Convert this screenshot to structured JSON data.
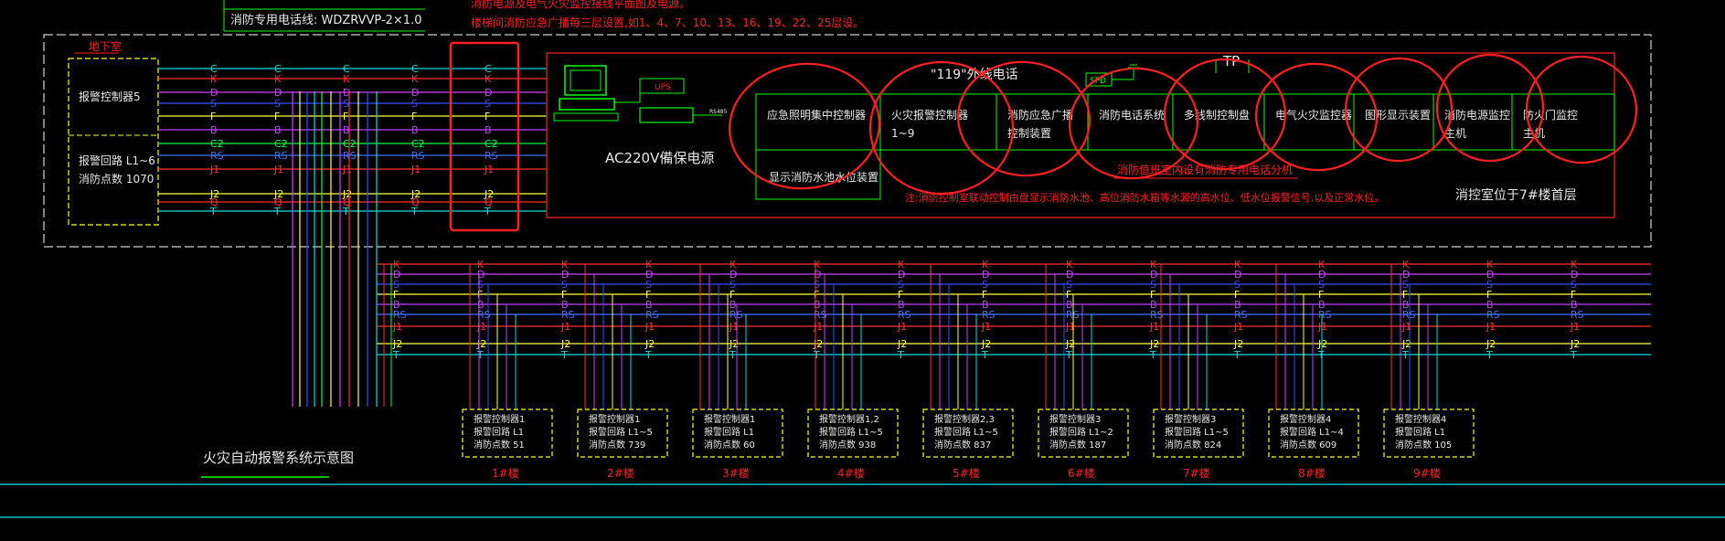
{
  "header": {
    "phone_cable_label": "消防专用电话线: WDZRVVP-2×1.0",
    "note_line_1": "消防电源及电气火灾监控接线平面图及电源。",
    "note_line_2": "楼梯间消防应急广播每三层设置,如1、4、7、10、13、16、19、22、25层设。"
  },
  "basement": {
    "label": "地下室",
    "panel_title": "报警控制器5",
    "loop": "报警回路 L1~6",
    "points": "消防点数 1070"
  },
  "control_room": {
    "hotline": "\"119\"外线电话",
    "tp": "TP",
    "spd": "SPD",
    "ups": "UPS",
    "power": "AC220V備保电源",
    "location": "消控室位于7#楼首层",
    "note_fire_link": "消防值班室内设有消防专用电话分机",
    "note_pump": "注:消防控制室联动控制由盘显示消防水池、高位消防水箱等水源的高水位、低水位报警信号,以及正常水位。",
    "modules": [
      "应急照明集中控制器",
      "火灾报警控制器 1~9",
      "消防应急广播 控制装置",
      "消防电话系统",
      "多线制控制盘",
      "电气火灾监控器",
      "图形显示装置",
      "消防电源监控 主机",
      "防火门监控 主机"
    ],
    "water_module": "显示消防水池水位装置"
  },
  "bus_labels": {
    "C": "C",
    "K": "K",
    "D": "D",
    "S": "S",
    "F": "F",
    "B": "B",
    "C2": "C2",
    "RS": "RS",
    "J1": "J1",
    "J2": "J2",
    "Q": "Q",
    "T": "T"
  },
  "buildings": [
    {
      "panel": "报警控制器1",
      "loop": "报警回路 L1",
      "points": "消防点数 51",
      "name": "1#楼"
    },
    {
      "panel": "报警控制器1",
      "loop": "报警回路 L1~5",
      "points": "消防点数 739",
      "name": "2#楼"
    },
    {
      "panel": "报警控制器1",
      "loop": "报警回路 L1",
      "points": "消防点数 60",
      "name": "3#楼"
    },
    {
      "panel": "报警控制器1,2",
      "loop": "报警回路 L1~5",
      "points": "消防点数 938",
      "name": "4#楼"
    },
    {
      "panel": "报警控制器2,3",
      "loop": "报警回路 L1~5",
      "points": "消防点数 837",
      "name": "5#楼"
    },
    {
      "panel": "报警控制器3",
      "loop": "报警回路 L1~2",
      "points": "消防点数 187",
      "name": "6#楼"
    },
    {
      "panel": "报警控制器3",
      "loop": "报警回路 L1~5",
      "points": "消防点数 824",
      "name": "7#楼"
    },
    {
      "panel": "报警控制器4",
      "loop": "报警回路 L1~4",
      "points": "消防点数 609",
      "name": "8#楼"
    },
    {
      "panel": "报警控制器4",
      "loop": "报警回路 L1",
      "points": "消防点数 105",
      "name": "9#楼"
    }
  ],
  "diagram_title": "火灾自动报警系统示意图",
  "colors": {
    "background": "#000000",
    "frame": "#ffffff",
    "red_markup": "#ff2020",
    "bus_C": "#00e0e0",
    "bus_K": "#ff3030",
    "bus_D": "#d040ff",
    "bus_S": "#3050ff",
    "bus_F": "#ffff40",
    "bus_B": "#c040ff",
    "bus_C2": "#00ff40",
    "bus_RS": "#4070ff",
    "bus_J1": "#ff3030",
    "bus_J2": "#ffff40",
    "bus_Q": "#ff3030",
    "bus_T": "#00e0e0"
  }
}
